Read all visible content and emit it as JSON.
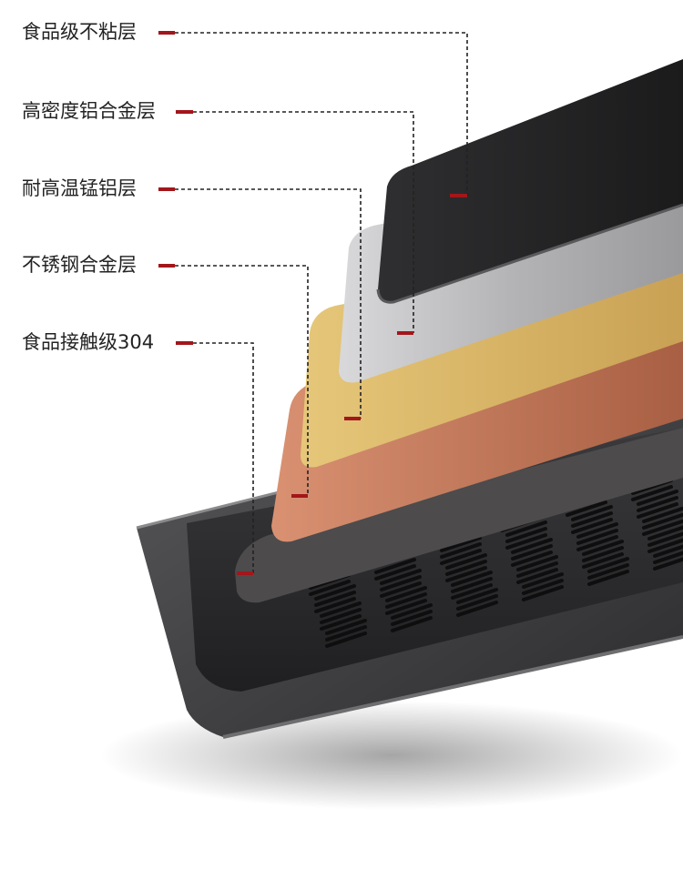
{
  "accent_color": "#a3161b",
  "layers": [
    {
      "label": "食品级不粘层",
      "material_color": "#2a2a2c"
    },
    {
      "label": "高密度铝合金层",
      "material_color": "#bdbdbf"
    },
    {
      "label": "耐高温锰铝层",
      "material_color": "#d9b868"
    },
    {
      "label": "不锈钢合金层",
      "material_color": "#c8825e"
    },
    {
      "label": "食品接触级304",
      "material_color": "#4d4b4c"
    }
  ]
}
